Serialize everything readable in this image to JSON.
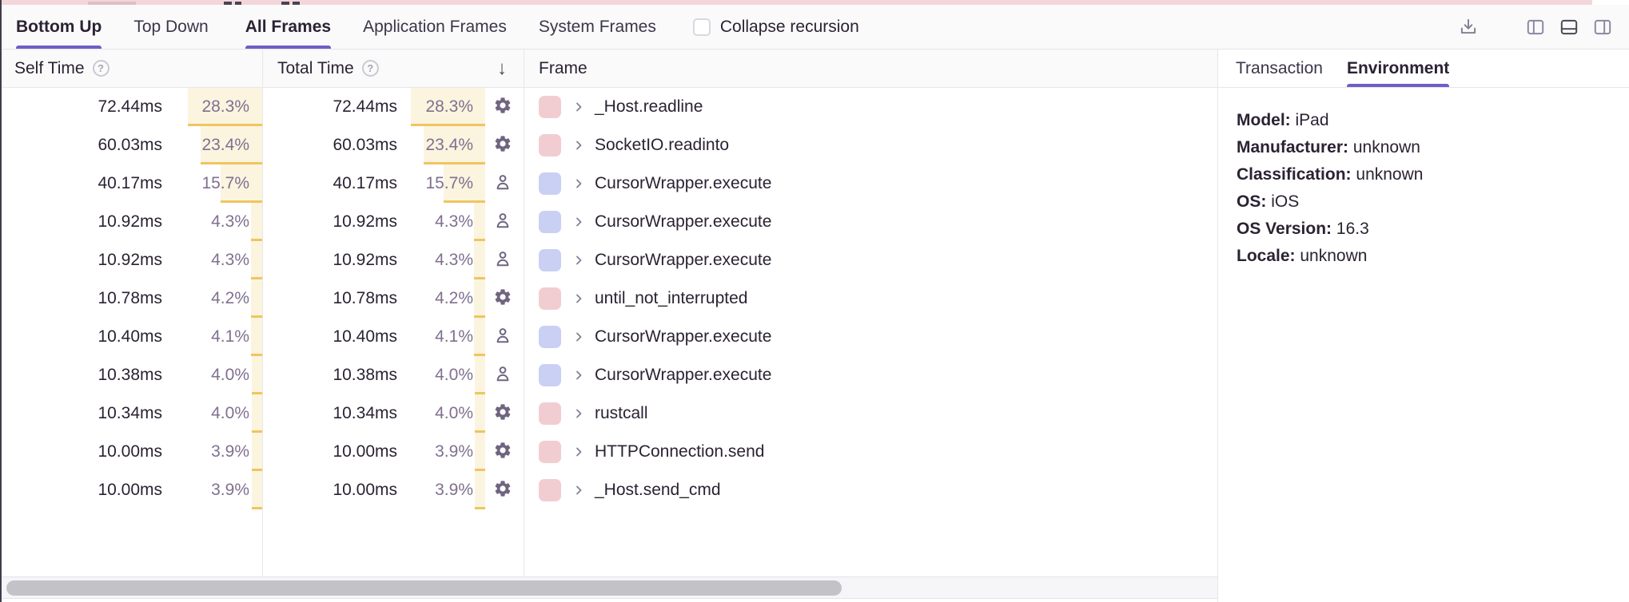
{
  "toolbar": {
    "view_tabs": [
      {
        "label": "Bottom Up",
        "active": true
      },
      {
        "label": "Top Down",
        "active": false
      }
    ],
    "frame_filter_tabs": [
      {
        "label": "All Frames",
        "active": true
      },
      {
        "label": "Application Frames",
        "active": false
      },
      {
        "label": "System Frames",
        "active": false
      }
    ],
    "collapse_recursion": {
      "label": "Collapse recursion",
      "checked": false
    }
  },
  "table": {
    "headers": {
      "self_time": "Self Time",
      "total_time": "Total Time",
      "frame": "Frame"
    },
    "help_glyph": "?",
    "sort": {
      "column": "total_time",
      "direction": "descending",
      "glyph": "↓"
    },
    "rows": [
      {
        "self_time": "72.44ms",
        "self_pct": "28.3%",
        "total_time": "72.44ms",
        "total_pct": "28.3%",
        "pct": 28.3,
        "icon": "gear",
        "color": "pink",
        "frame": "_Host.readline"
      },
      {
        "self_time": "60.03ms",
        "self_pct": "23.4%",
        "total_time": "60.03ms",
        "total_pct": "23.4%",
        "pct": 23.4,
        "icon": "gear",
        "color": "pink",
        "frame": "SocketIO.readinto"
      },
      {
        "self_time": "40.17ms",
        "self_pct": "15.7%",
        "total_time": "40.17ms",
        "total_pct": "15.7%",
        "pct": 15.7,
        "icon": "user",
        "color": "blue",
        "frame": "CursorWrapper.execute"
      },
      {
        "self_time": "10.92ms",
        "self_pct": "4.3%",
        "total_time": "10.92ms",
        "total_pct": "4.3%",
        "pct": 4.3,
        "icon": "user",
        "color": "blue",
        "frame": "CursorWrapper.execute"
      },
      {
        "self_time": "10.92ms",
        "self_pct": "4.3%",
        "total_time": "10.92ms",
        "total_pct": "4.3%",
        "pct": 4.3,
        "icon": "user",
        "color": "blue",
        "frame": "CursorWrapper.execute"
      },
      {
        "self_time": "10.78ms",
        "self_pct": "4.2%",
        "total_time": "10.78ms",
        "total_pct": "4.2%",
        "pct": 4.2,
        "icon": "gear",
        "color": "pink",
        "frame": "until_not_interrupted"
      },
      {
        "self_time": "10.40ms",
        "self_pct": "4.1%",
        "total_time": "10.40ms",
        "total_pct": "4.1%",
        "pct": 4.1,
        "icon": "user",
        "color": "blue",
        "frame": "CursorWrapper.execute"
      },
      {
        "self_time": "10.38ms",
        "self_pct": "4.0%",
        "total_time": "10.38ms",
        "total_pct": "4.0%",
        "pct": 4.0,
        "icon": "user",
        "color": "blue",
        "frame": "CursorWrapper.execute"
      },
      {
        "self_time": "10.34ms",
        "self_pct": "4.0%",
        "total_time": "10.34ms",
        "total_pct": "4.0%",
        "pct": 4.0,
        "icon": "gear",
        "color": "pink",
        "frame": "rustcall"
      },
      {
        "self_time": "10.00ms",
        "self_pct": "3.9%",
        "total_time": "10.00ms",
        "total_pct": "3.9%",
        "pct": 3.9,
        "icon": "gear",
        "color": "pink",
        "frame": "HTTPConnection.send"
      },
      {
        "self_time": "10.00ms",
        "self_pct": "3.9%",
        "total_time": "10.00ms",
        "total_pct": "3.9%",
        "pct": 3.9,
        "icon": "gear",
        "color": "pink",
        "frame": "_Host.send_cmd"
      }
    ]
  },
  "details_panel": {
    "tabs": [
      {
        "label": "Transaction",
        "active": false
      },
      {
        "label": "Environment",
        "active": true
      }
    ],
    "environment": [
      {
        "label": "Model:",
        "value": "iPad"
      },
      {
        "label": "Manufacturer:",
        "value": "unknown"
      },
      {
        "label": "Classification:",
        "value": "unknown"
      },
      {
        "label": "OS:",
        "value": "iOS"
      },
      {
        "label": "OS Version:",
        "value": "16.3"
      },
      {
        "label": "Locale:",
        "value": "unknown"
      }
    ]
  },
  "colors": {
    "accent_purple": "#6c5fc7",
    "system_frame_square": "#f1cdd1",
    "application_frame_square": "#c9d0f4",
    "pct_bar_bg": "#fbf4df",
    "pct_bar_border": "#f0c55f"
  }
}
